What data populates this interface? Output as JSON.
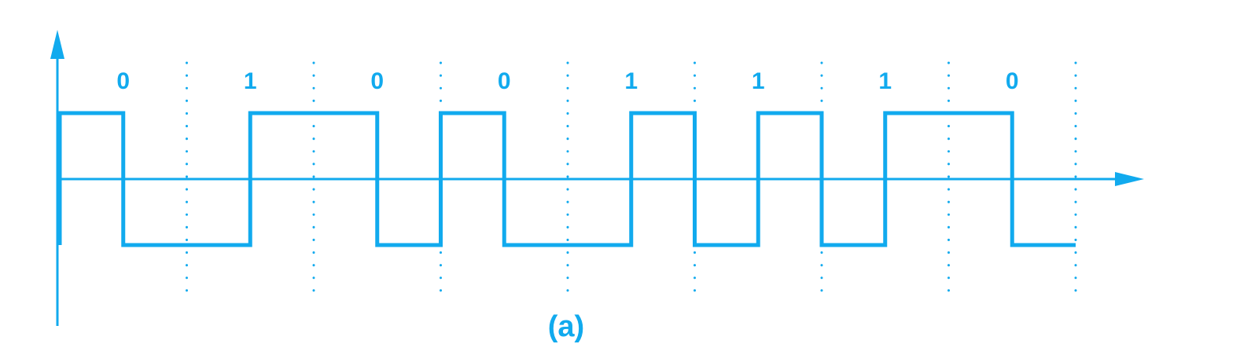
{
  "colors": {
    "accent": "#11aaee",
    "background": "#ffffff"
  },
  "bits": [
    "0",
    "1",
    "0",
    "0",
    "1",
    "1",
    "1",
    "0"
  ],
  "caption": "(a)"
}
